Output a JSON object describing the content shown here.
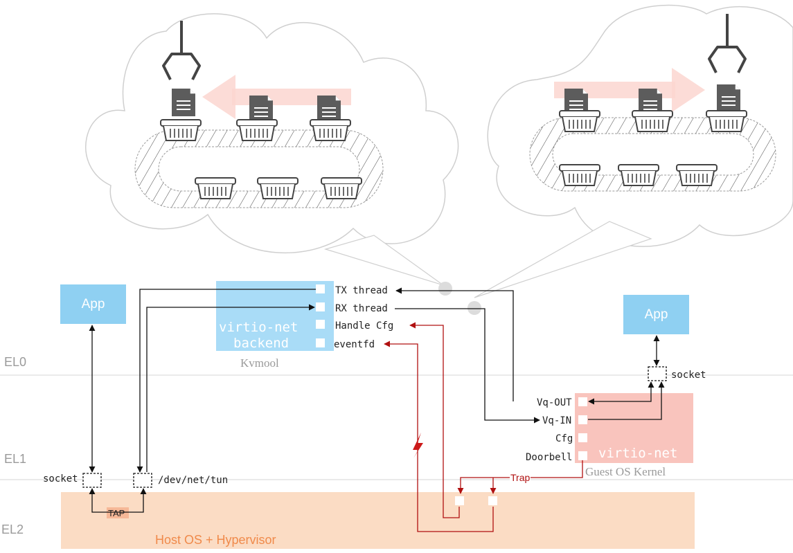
{
  "levels": {
    "el0": "EL0",
    "el1": "EL1",
    "el2": "EL2"
  },
  "host": {
    "app": "App",
    "socket": "socket",
    "tun": "/dev/net/tun",
    "tap": "TAP",
    "layer": "Host OS + Hypervisor"
  },
  "backend": {
    "title_line1": "virtio-net",
    "title_line2": "backend",
    "caption": "Kvmool",
    "ports": [
      "TX thread",
      "RX thread",
      "Handle Cfg",
      "eventfd"
    ]
  },
  "guest": {
    "app": "App",
    "socket": "socket",
    "title": "virtio-net",
    "caption": "Guest OS Kernel",
    "ports": [
      "Vq-OUT",
      "Vq-IN",
      "Cfg",
      "Doorbell"
    ],
    "trap": "Trap"
  },
  "colors": {
    "app_blue": "#8fd0f2",
    "backend_blue": "#a9dcf7",
    "guest_pink": "#f9c4bd",
    "hypervisor_orange": "#fbdcc4",
    "trap_red": "#b01010",
    "arrow_pink": "#fbd6d0"
  }
}
